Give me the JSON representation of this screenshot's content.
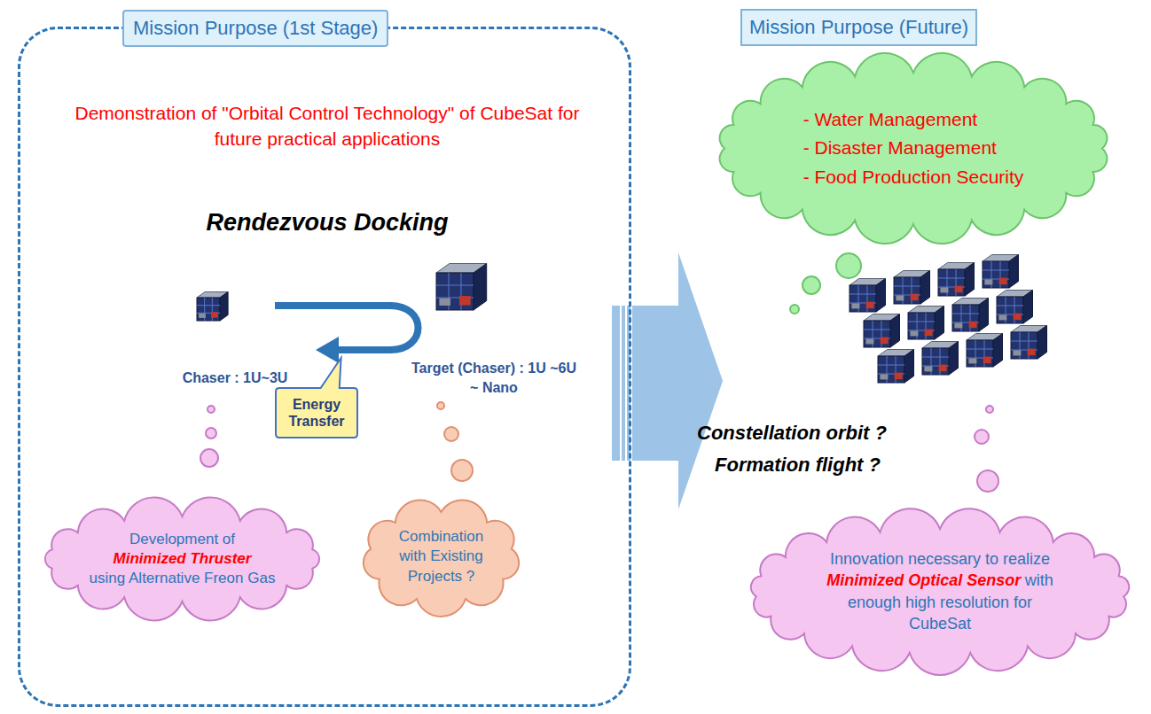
{
  "diagram": {
    "nodes": [
      {
        "text": [
          "Mission Purpose (1st Stage)",
          "Demonstration of \"Orbital Control Technology\" of CubeSat for future practical applications",
          "Rendezvous Docking"
        ]
      },
      {
        "text": [
          "Energy Transfer"
        ],
        "in": 0
      },
      {
        "text": [
          "Development of",
          "Minimized Thruster",
          "using Alternative Freon Gas"
        ],
        "in": 0
      },
      {
        "text": [
          "Combination with Existing Projects ?"
        ],
        "in": 0
      },
      {
        "text": [
          "Mission Purpose (Future)"
        ]
      },
      {
        "text": [
          "- Water Management",
          "- Disaster Management",
          "- Food Production Security"
        ]
      },
      {
        "text": [
          "Innovation necessary to realize",
          "Minimized Optical Sensor",
          "with enough high resolution for CubeSat"
        ]
      }
    ],
    "labels": [
      "Chaser : 1U~3U",
      "Target (Chaser) : 1U ~6U ~ Nano",
      "Constellation orbit ?",
      "Formation flight ?"
    ]
  }
}
